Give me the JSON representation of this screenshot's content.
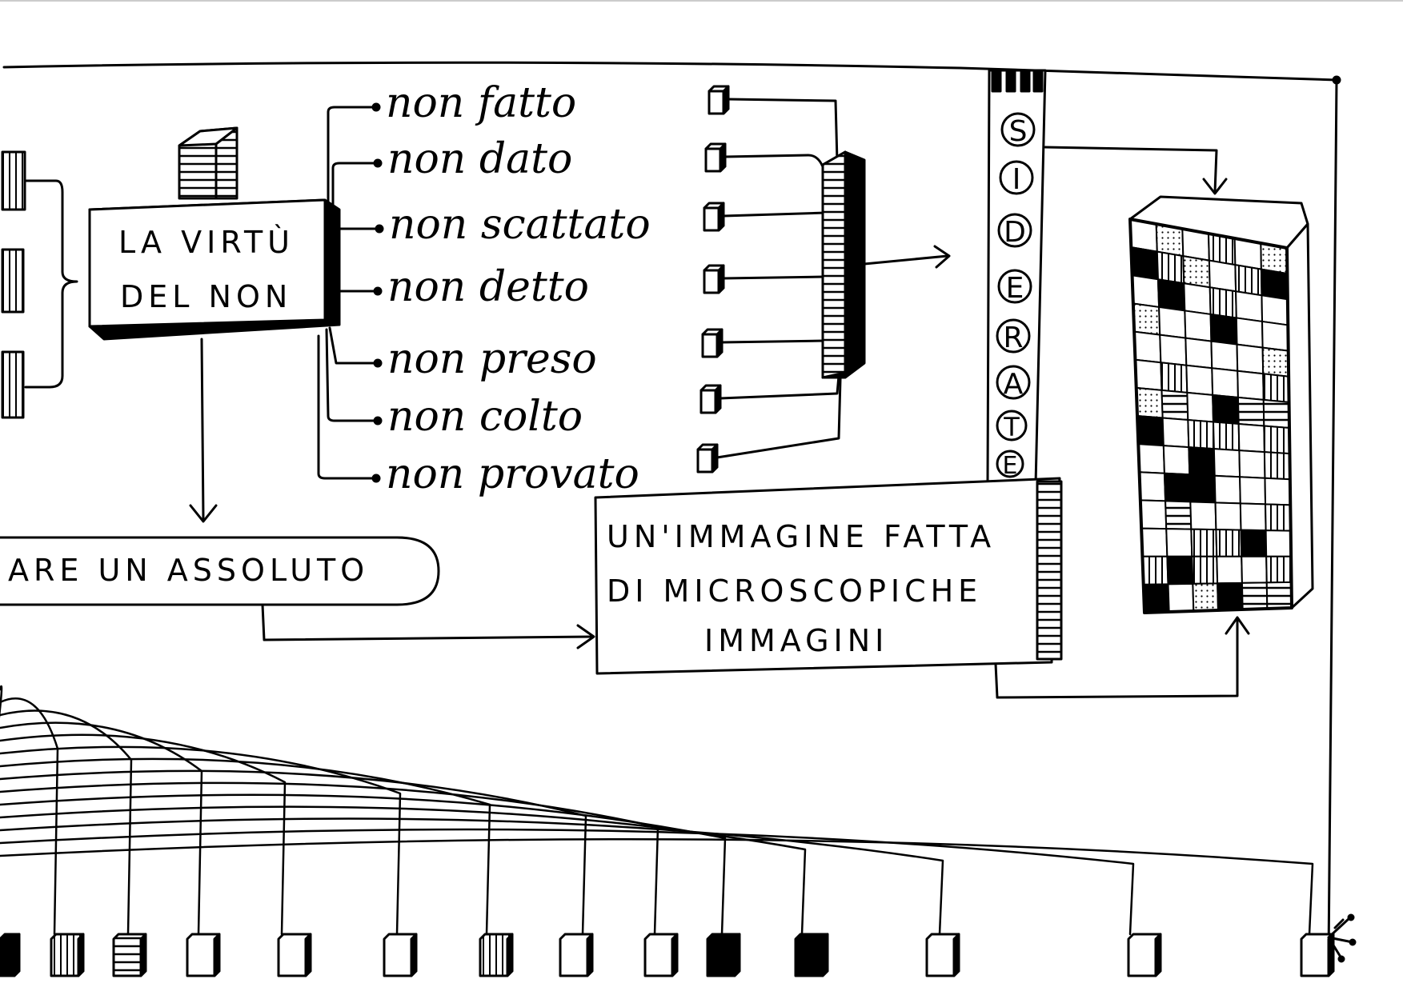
{
  "diagram": {
    "main_box": {
      "line1": "LA VIRTÙ",
      "line2": "DEL NON"
    },
    "branches": [
      "non fatto",
      "non dato",
      "non scattato",
      "non detto",
      "non preso",
      "non colto",
      "non provato"
    ],
    "assoluto": "ARE UN ASSOLUTO",
    "immagine_box": {
      "line1": "UN'IMMAGINE FATTA",
      "line2": "DI MICROSCOPICHE",
      "line3": "IMMAGINI"
    },
    "vertical_word": [
      "S",
      "I",
      "D",
      "E",
      "R",
      "A",
      "T",
      "E"
    ]
  }
}
